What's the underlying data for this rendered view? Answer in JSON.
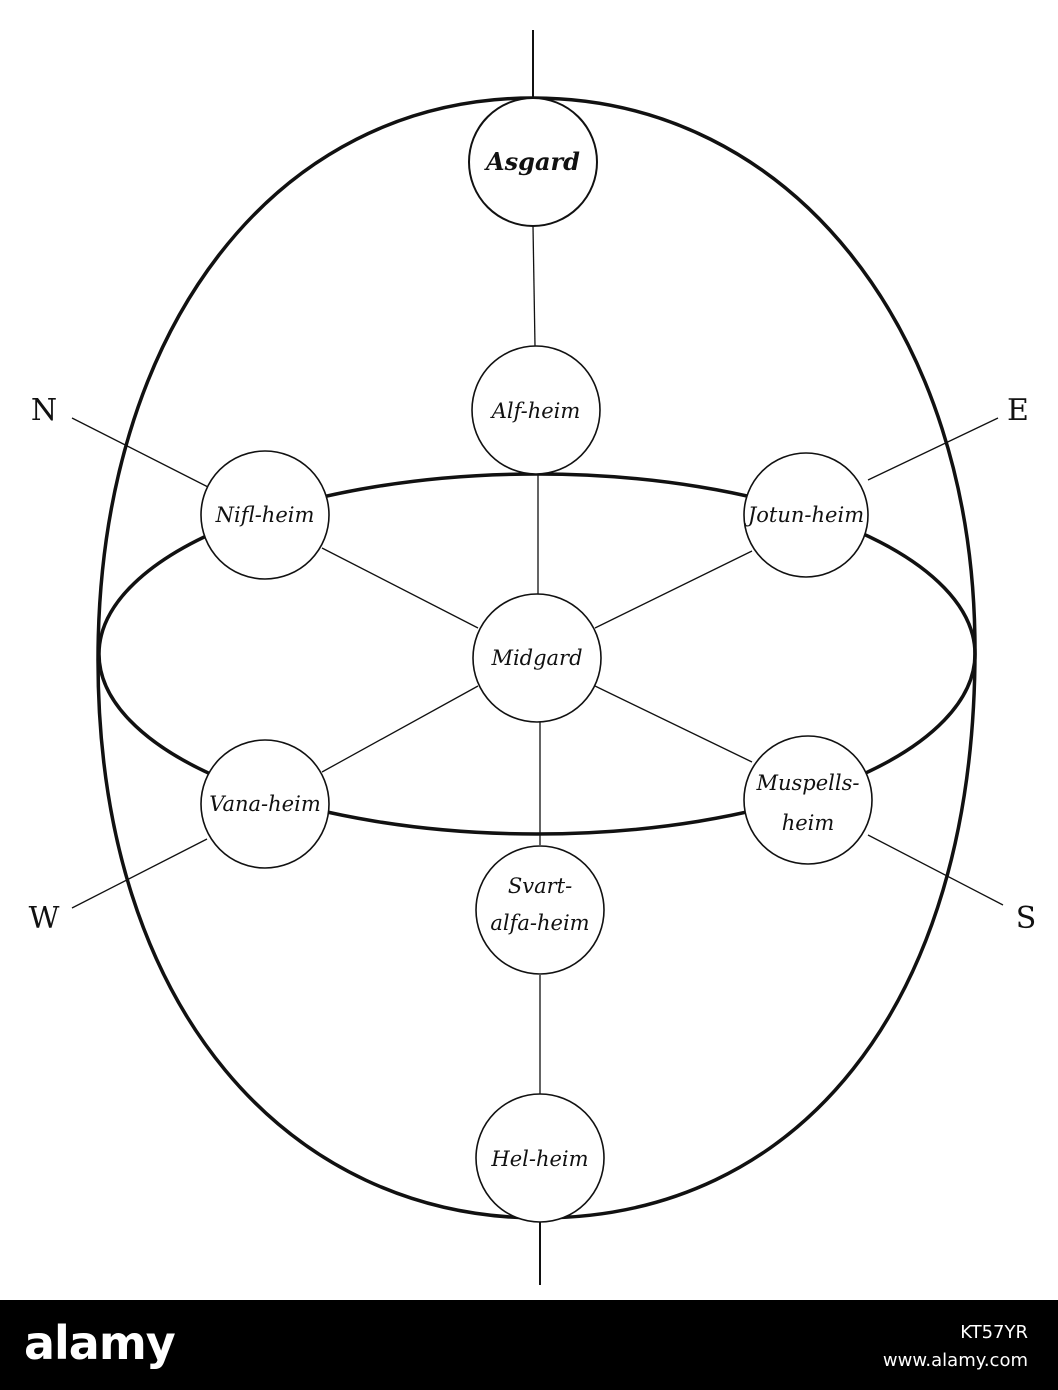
{
  "realms": {
    "asgard": "Asgard",
    "alfheim": "Alf-heim",
    "niflheim": "Nifl-heim",
    "jotunheim": "Jotun-heim",
    "midgard": "Midgard",
    "vanaheim": "Vana-heim",
    "muspellsheim_line1": "Muspells-",
    "muspellsheim_line2": "heim",
    "svartalfaheim_line1": "Svart-",
    "svartalfaheim_line2": "alfa-heim",
    "helheim": "Hel-heim"
  },
  "directions": {
    "north": "N",
    "east": "E",
    "west": "W",
    "south": "S"
  },
  "footer": {
    "brand": "alamy",
    "image_id": "KT57YR",
    "url": "www.alamy.com"
  },
  "colors": {
    "line": "#111111",
    "footer_bg": "#000000",
    "footer_text": "#ffffff"
  }
}
